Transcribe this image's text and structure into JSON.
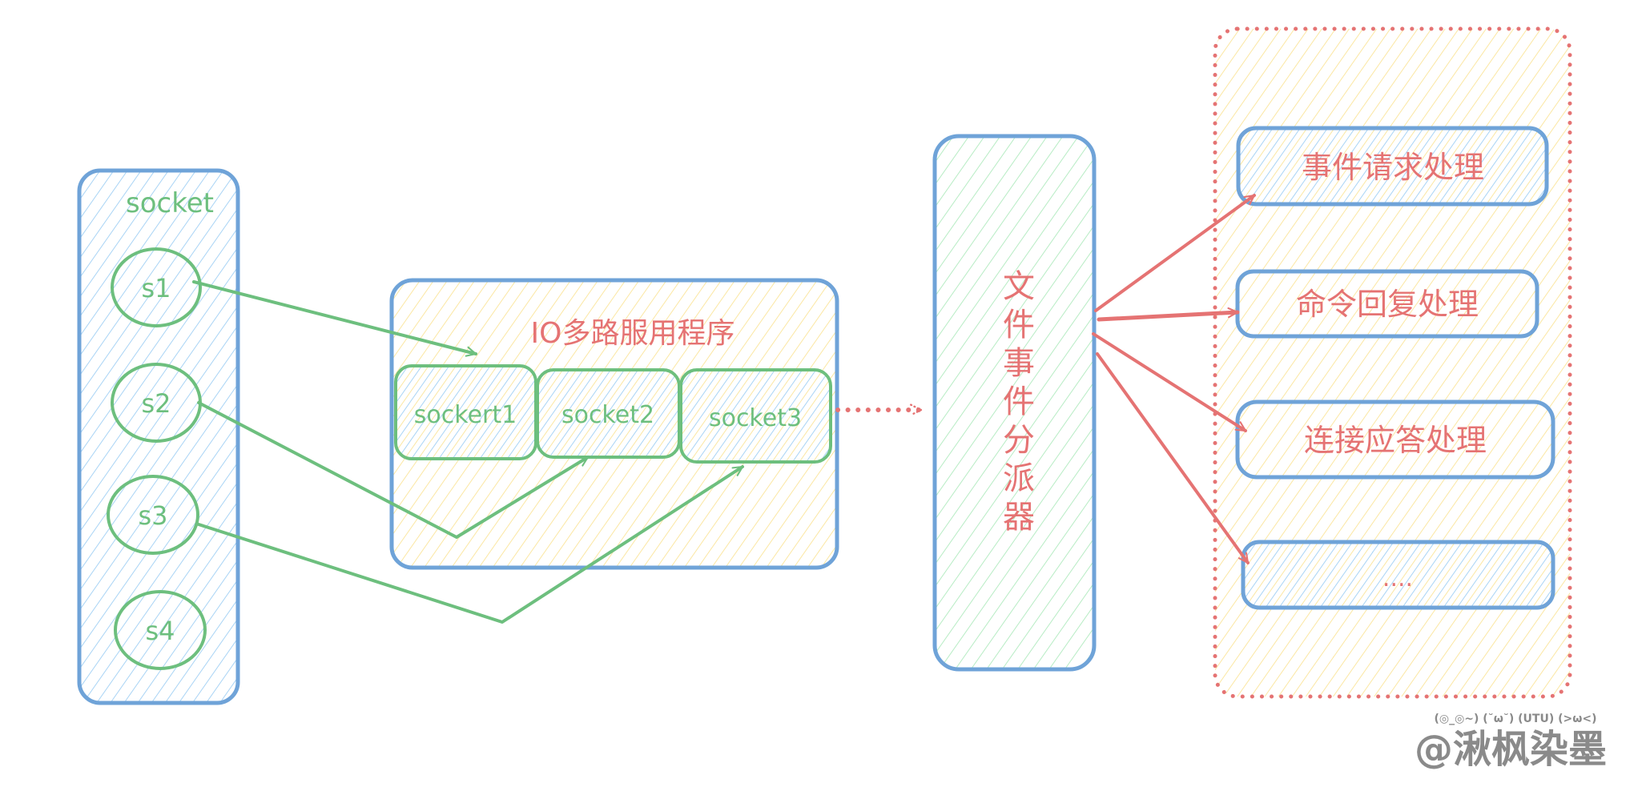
{
  "colors": {
    "blue_stroke": "#6fa3d8",
    "green_stroke": "#6dbf7e",
    "red": "#e57373",
    "hatch_blue": "#a9d4f5",
    "hatch_yellow": "#fbe7a3",
    "hatch_green": "#b7ecc4",
    "watermark": "#8a8a8a"
  },
  "socket_group": {
    "title": "socket",
    "sockets": [
      {
        "label": "s1"
      },
      {
        "label": "s2"
      },
      {
        "label": "s3"
      },
      {
        "label": "s4"
      }
    ]
  },
  "io_multiplexer": {
    "title": "IO多路服用程序",
    "queue": [
      {
        "label": "sockert1"
      },
      {
        "label": "socket2"
      },
      {
        "label": "socket3"
      }
    ]
  },
  "dispatcher": {
    "label": "文件事件分派器",
    "chars": [
      "文",
      "件",
      "事",
      "件",
      "分",
      "派",
      "器"
    ]
  },
  "handlers": [
    {
      "label": "事件请求处理"
    },
    {
      "label": "命令回复处理"
    },
    {
      "label": "连接应答处理"
    },
    {
      "label": "...."
    }
  ],
  "watermark": {
    "emoticons": "(◎_◎~) (˘ω˘) (UTU) (>ω<)",
    "author": "@湫枫染墨"
  }
}
